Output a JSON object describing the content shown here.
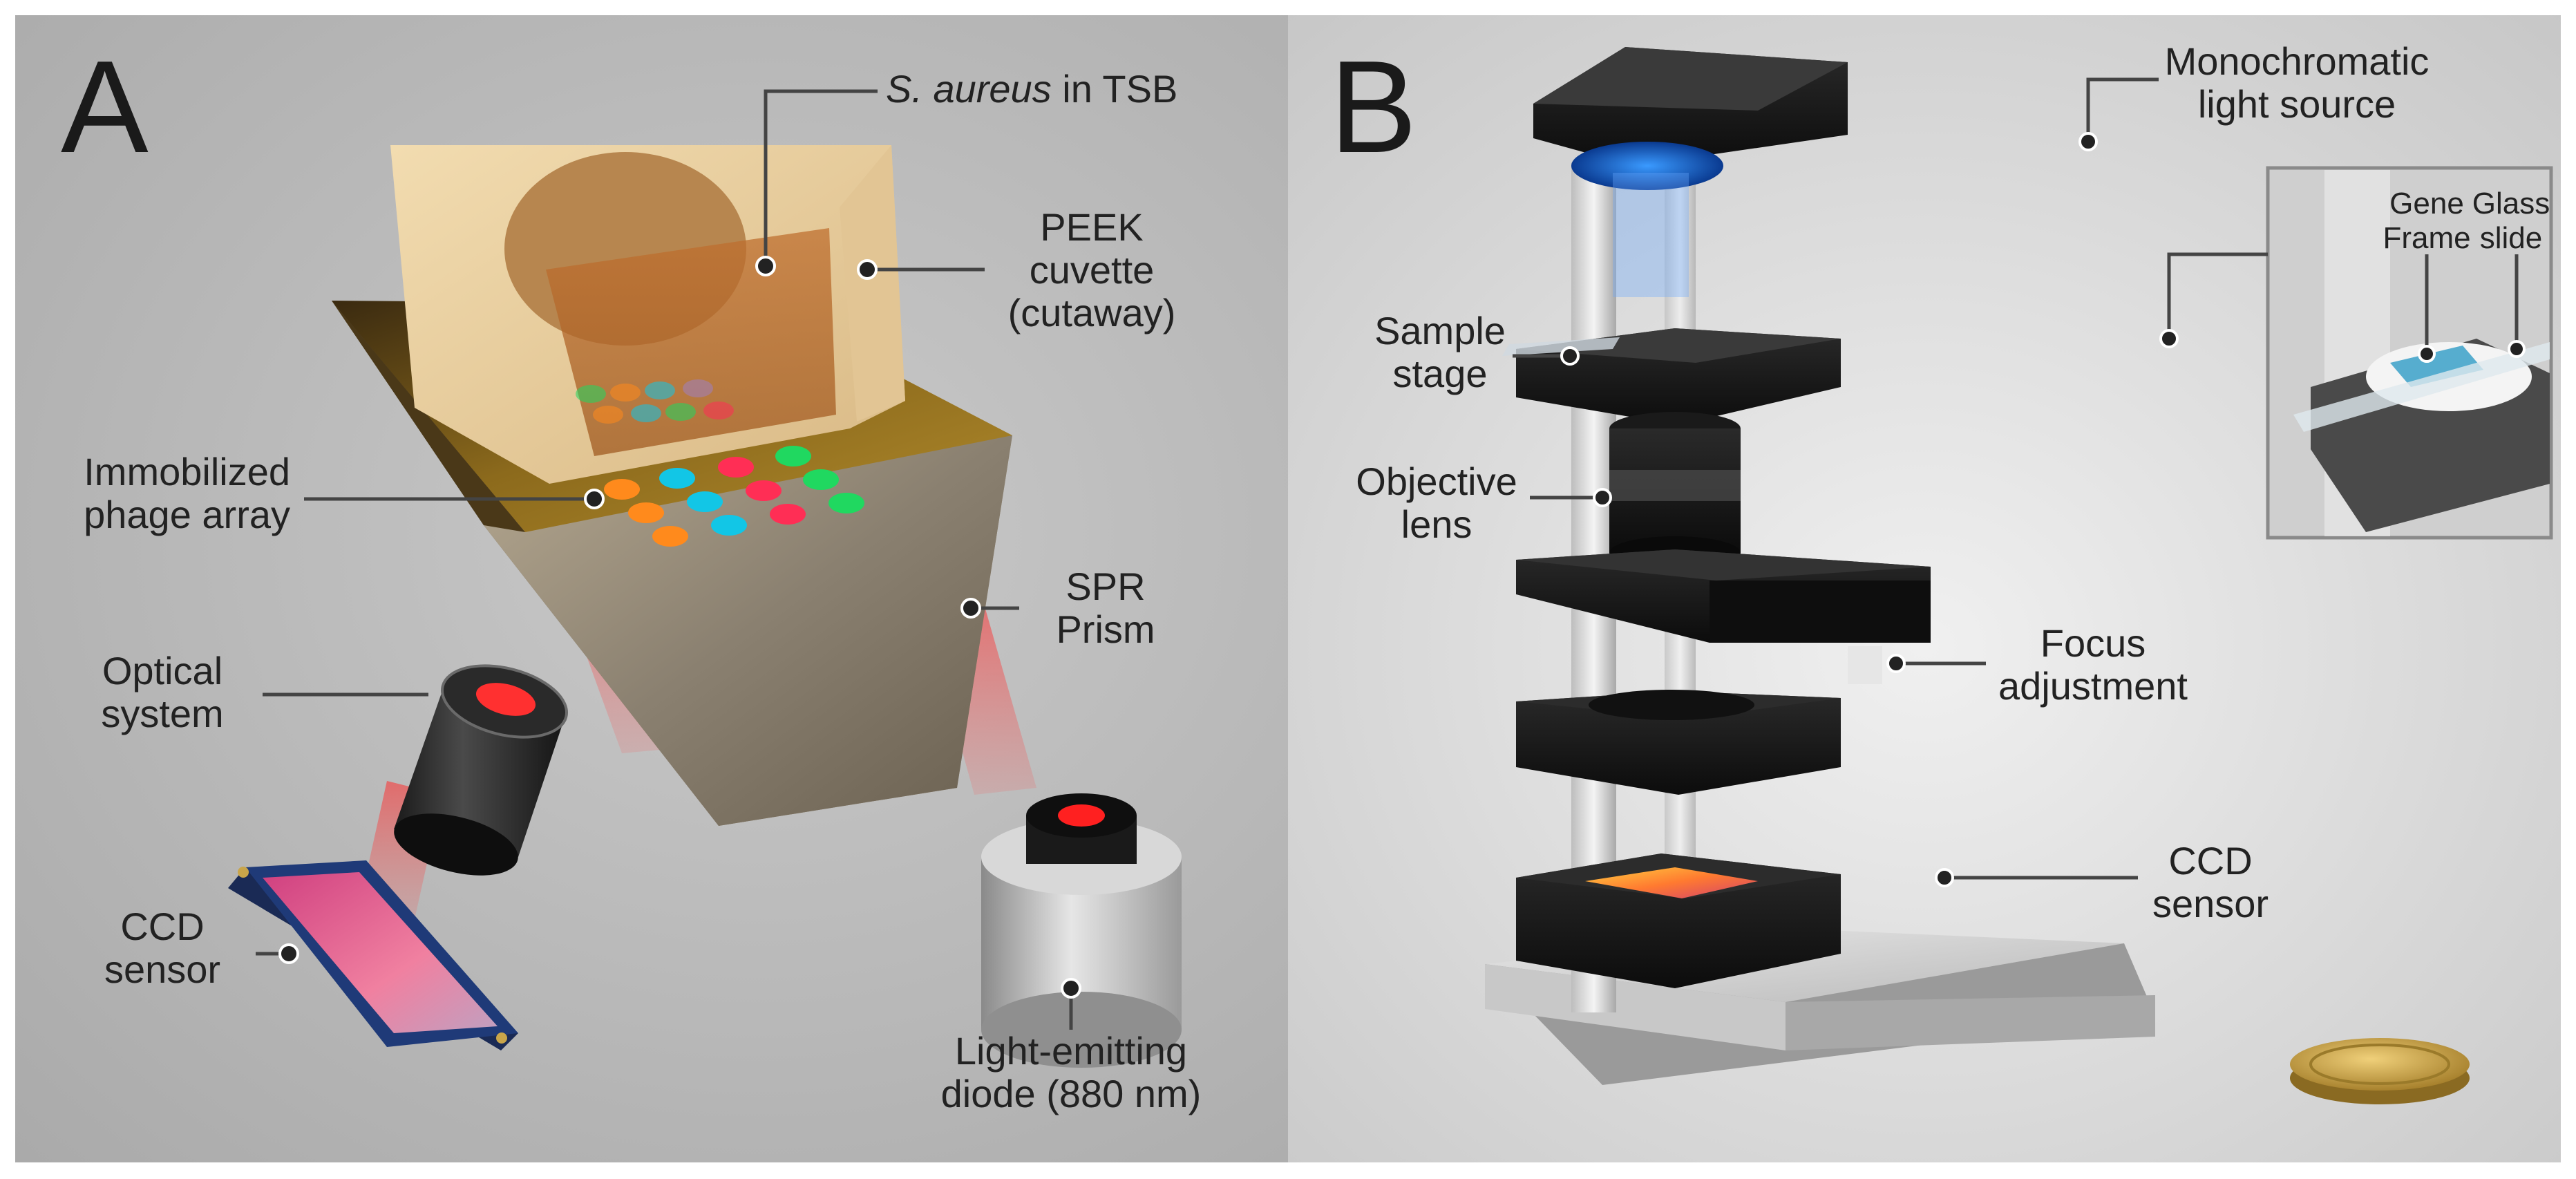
{
  "panel_a": {
    "label": "A",
    "callouts": {
      "bacteria": {
        "italic": "S. aureus",
        "rest": " in TSB"
      },
      "cuvette": [
        "PEEK",
        "cuvette",
        "(cutaway)"
      ],
      "phage_array": [
        "Immobilized",
        "phage array"
      ],
      "prism": [
        "SPR",
        "Prism"
      ],
      "optical": [
        "Optical",
        "system"
      ],
      "ccd": [
        "CCD",
        "sensor"
      ],
      "led": [
        "Light-emitting",
        "diode (880 nm)"
      ]
    },
    "dot_colors": [
      "#ff8a1c",
      "#12c6e6",
      "#ff2e55",
      "#20d860",
      "#ff8a1c",
      "#12c6e6",
      "#ff2e55",
      "#20d860",
      "#ff8a1c",
      "#12c6e6",
      "#ff2e55",
      "#20d860"
    ]
  },
  "panel_b": {
    "label": "B",
    "callouts": {
      "light": [
        "Monochromatic",
        "light source"
      ],
      "stage": [
        "Sample",
        "stage"
      ],
      "objective": [
        "Objective",
        "lens"
      ],
      "focus": [
        "Focus",
        "adjustment"
      ],
      "ccd": [
        "CCD",
        "sensor"
      ],
      "gene_frame": [
        "Gene",
        "Frame"
      ],
      "glass_slide": [
        "Glass",
        "slide"
      ]
    }
  }
}
